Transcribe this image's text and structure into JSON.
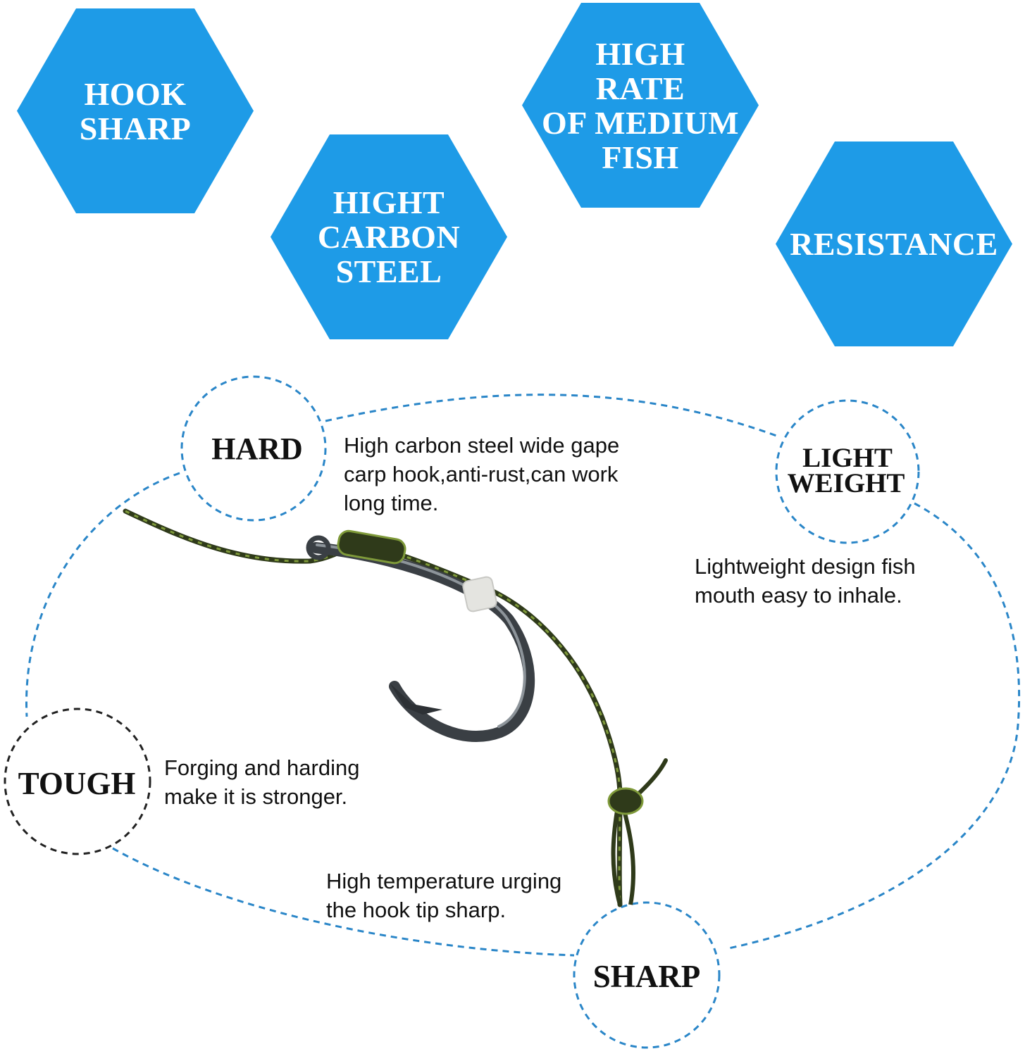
{
  "colors": {
    "hexagon_fill": "#1e9be7",
    "dashed_line": "#2a86c8",
    "tough_circle": "#222222",
    "line_dark_green": "#2f3a1a",
    "line_light_green": "#7f9a3a"
  },
  "hexagons": [
    {
      "id": "hook-sharp",
      "label": "HOOK\nSHARP"
    },
    {
      "id": "high-carbon-steel",
      "label": "HIGHT\nCARBON\nSTEEL"
    },
    {
      "id": "high-rate",
      "label": "HIGH\nRATE\nOF  MEDIUM\nFISH"
    },
    {
      "id": "resistance",
      "label": "RESISTANCE"
    }
  ],
  "features": {
    "hard": {
      "label": "HARD",
      "description": "High carbon steel wide gape\ncarp hook,anti-rust,can work\nlong time."
    },
    "light_weight": {
      "label_line1": "LIGHT",
      "label_line2": "WEIGHT",
      "description": "Lightweight design fish\nmouth easy to inhale."
    },
    "tough": {
      "label": "TOUGH",
      "description": "Forging and harding\nmake it is stronger."
    },
    "sharp": {
      "label": "SHARP",
      "description": "High temperature urging\nthe hook tip sharp."
    }
  }
}
